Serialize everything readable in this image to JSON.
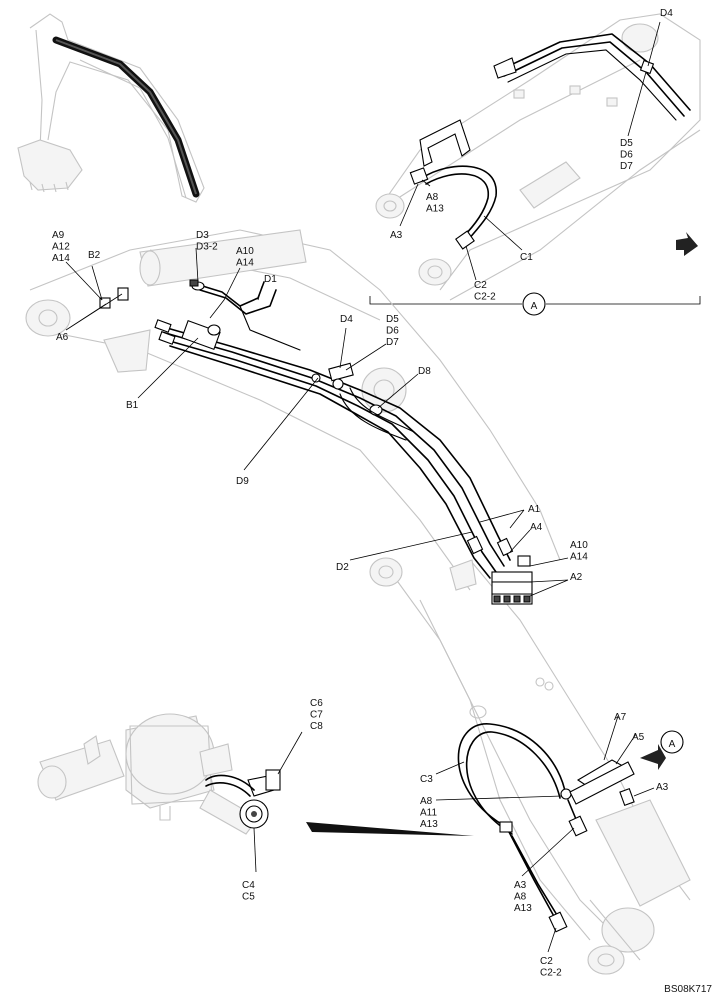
{
  "drawing_code": "BS08K717",
  "view_marker": "A",
  "callouts": {
    "a9_a12_a14": [
      "A9",
      "A12",
      "A14"
    ],
    "b2": [
      "B2"
    ],
    "a6": [
      "A6"
    ],
    "d3": [
      "D3",
      "D3-2"
    ],
    "a10_top": [
      "A10",
      "A14"
    ],
    "d1": [
      "D1"
    ],
    "b1": [
      "B1"
    ],
    "d4_main": [
      "D4"
    ],
    "d5_main": [
      "D5",
      "D6",
      "D7"
    ],
    "d8": [
      "D8"
    ],
    "d9": [
      "D9"
    ],
    "a1": [
      "A1"
    ],
    "a4": [
      "A4"
    ],
    "a10_right": [
      "A10",
      "A14"
    ],
    "a2": [
      "A2"
    ],
    "d2": [
      "D2"
    ],
    "inset_d4": [
      "D4"
    ],
    "inset_d5": [
      "D5",
      "D6",
      "D7"
    ],
    "inset_a8": [
      "A8",
      "A13"
    ],
    "inset_a3": [
      "A3"
    ],
    "inset_c1": [
      "C1"
    ],
    "inset_c2": [
      "C2",
      "C2-2"
    ],
    "a7": [
      "A7"
    ],
    "a5": [
      "A5"
    ],
    "a3_right": [
      "A3"
    ],
    "c3": [
      "C3"
    ],
    "a8_group": [
      "A8",
      "A11",
      "A13"
    ],
    "a3_group": [
      "A3",
      "A8",
      "A13"
    ],
    "c2_bottom": [
      "C2",
      "C2-2"
    ],
    "c6_group": [
      "C6",
      "C7",
      "C8"
    ],
    "c4_group": [
      "C4",
      "C5"
    ]
  }
}
